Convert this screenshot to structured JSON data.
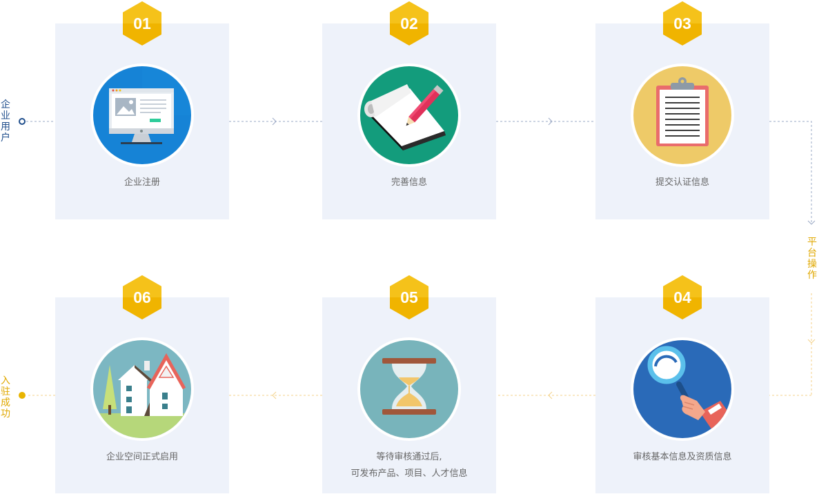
{
  "side_labels": {
    "left_top": "企业用户",
    "right": "平台操作",
    "left_bottom": "入驻成功"
  },
  "steps": [
    {
      "number": "01",
      "label": "企业注册"
    },
    {
      "number": "02",
      "label": "完善信息"
    },
    {
      "number": "03",
      "label": "提交认证信息"
    },
    {
      "number": "04",
      "label": "审核基本信息及资质信息"
    },
    {
      "number": "05",
      "label_line1": "等待审核通过后,",
      "label_line2": "可发布产品、项目、人才信息"
    },
    {
      "number": "06",
      "label": "企业空间正式启用"
    }
  ],
  "colors": {
    "card_bg": "#eef2fa",
    "badge": "#f0b400",
    "top_line": "#9aa8c4",
    "bottom_line": "#f4d28a",
    "accent_blue": "#1f4e8c",
    "accent_gold": "#e0a800"
  }
}
